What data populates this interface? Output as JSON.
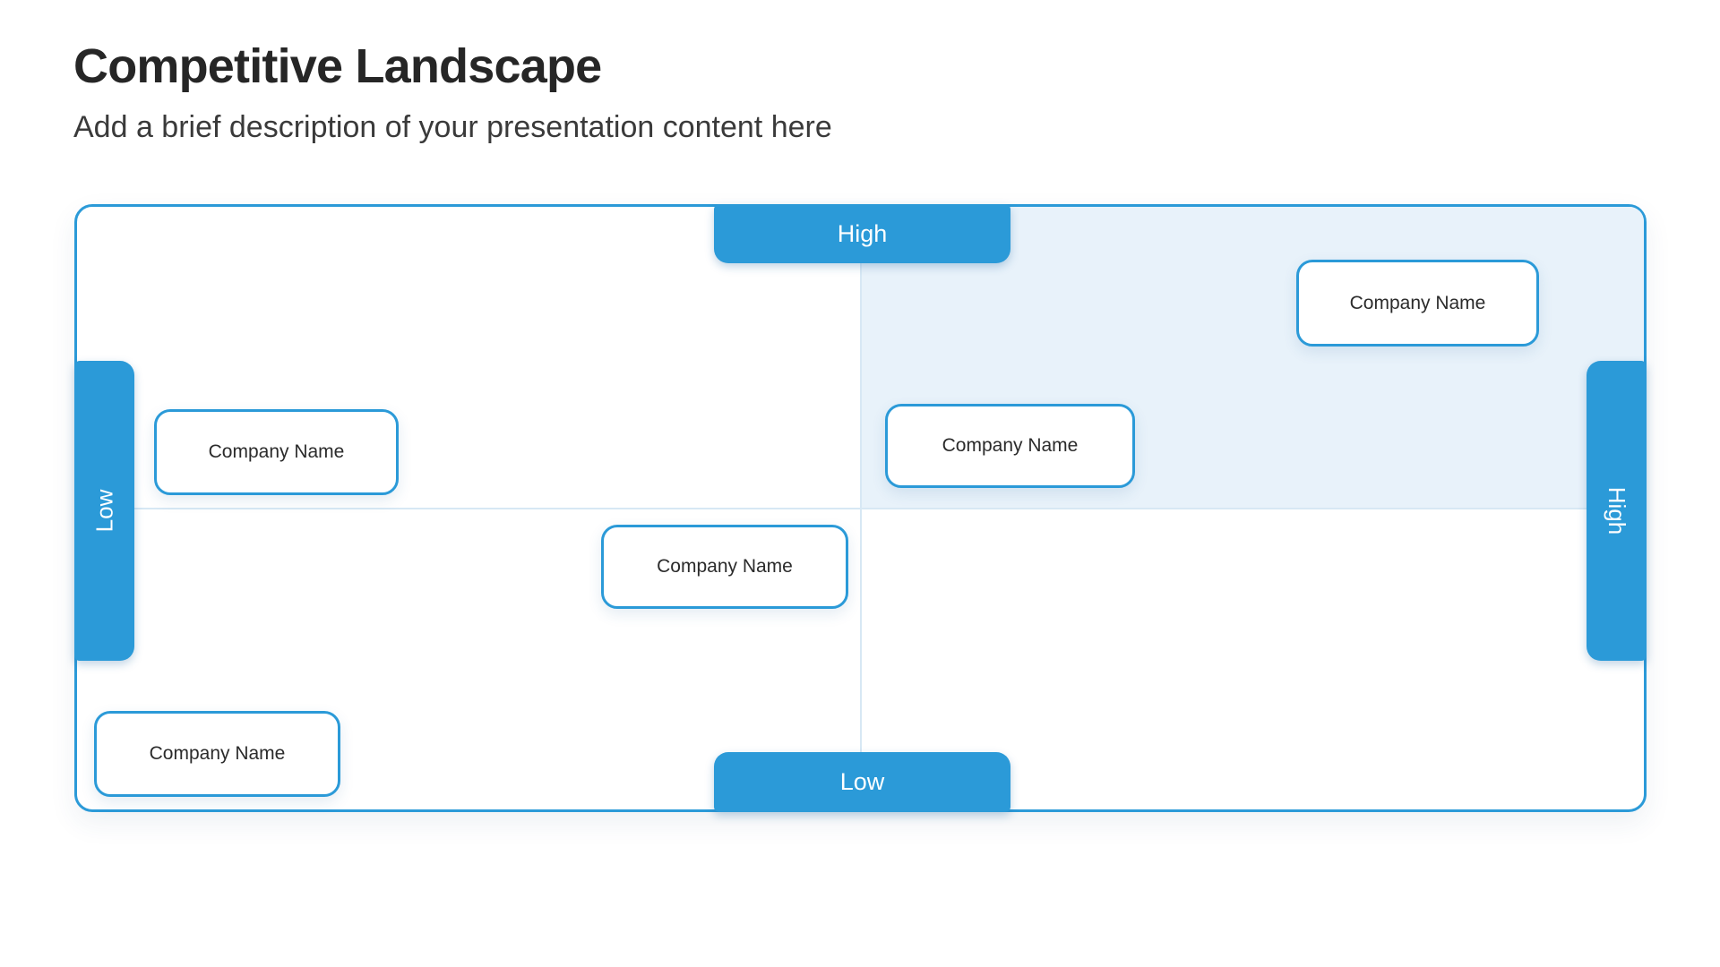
{
  "header": {
    "title": "Competitive Landscape",
    "subtitle": "Add a brief description of your presentation content here"
  },
  "matrix": {
    "type": "quadrant-matrix",
    "axes": {
      "top": "High",
      "bottom": "Low",
      "left": "Low",
      "right": "High"
    },
    "highlighted_quadrant": "top-right",
    "companies": [
      {
        "label": "Company Name",
        "quadrant": "top-right"
      },
      {
        "label": "Company Name",
        "quadrant": "top-right-near-center"
      },
      {
        "label": "Company Name",
        "quadrant": "top-left-near-center"
      },
      {
        "label": "Company Name",
        "quadrant": "bottom-left-near-center"
      },
      {
        "label": "Company Name",
        "quadrant": "bottom-left"
      }
    ],
    "colors": {
      "accent_blue": "#2b9ad8",
      "quadrant_highlight": "#e8f2fa",
      "divider": "#d7e8f4",
      "card_background": "#ffffff",
      "title_text": "#262626",
      "body_text": "#2b2b2b",
      "tab_text": "#ffffff"
    }
  }
}
